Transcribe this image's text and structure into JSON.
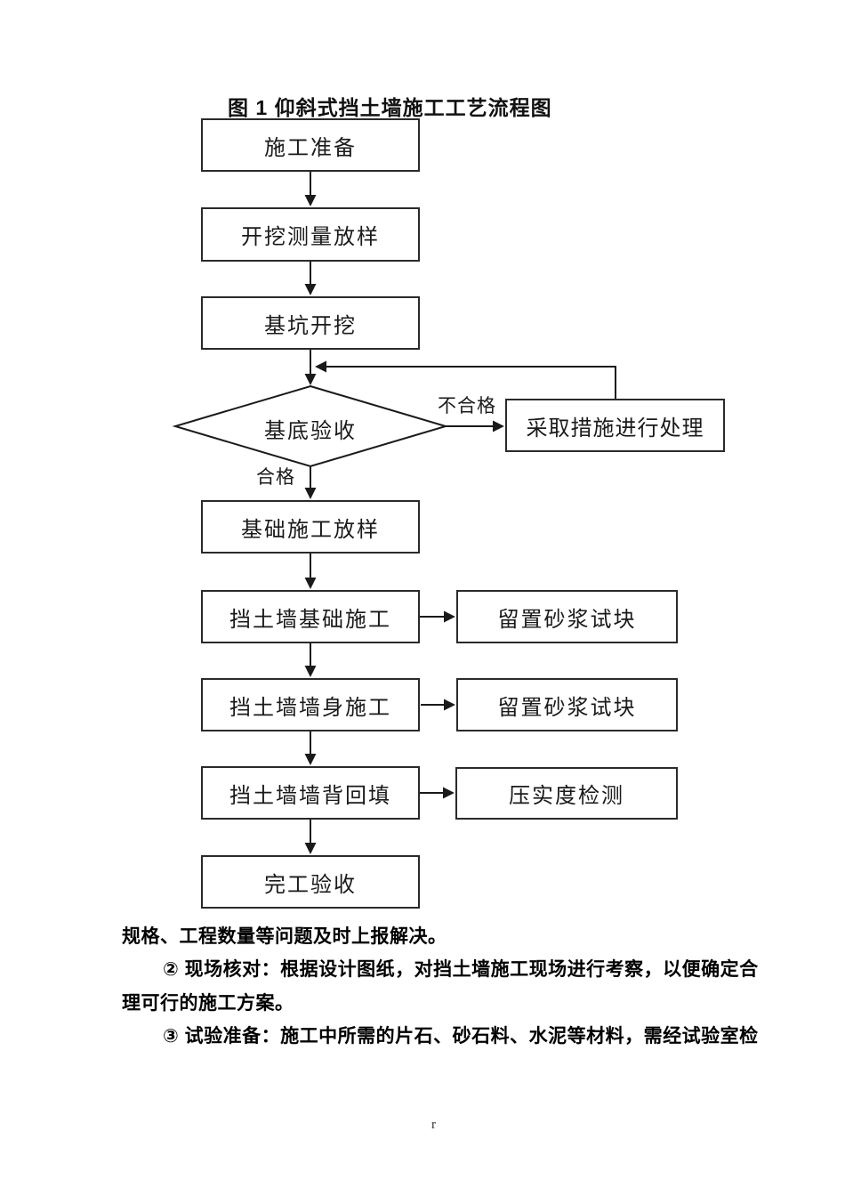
{
  "page": {
    "figure_title": "图 1 仰斜式挡土墙施工工艺流程图",
    "footer_mark": "r"
  },
  "flowchart": {
    "nodes": {
      "prep": "施工准备",
      "survey": "开挖测量放样",
      "excavation": "基坑开挖",
      "decision": "基底验收",
      "layout": "基础施工放样",
      "foundation": "挡土墙基础施工",
      "wallbody": "挡土墙墙身施工",
      "backfill": "挡土墙墙背回填",
      "completion": "完工验收",
      "treatment": "采取措施进行处理",
      "mortar1": "留置砂浆试块",
      "mortar2": "留置砂浆试块",
      "compaction": "压实度检测"
    },
    "labels": {
      "pass": "合格",
      "fail": "不合格"
    }
  },
  "paragraphs": {
    "lines": [
      "规格、工程数量等问题及时上报解决。",
      "② 现场核对：根据设计图纸，对挡土墙施工现场进行考察，以便确定合",
      "理可行的施工方案。",
      "③ 试验准备：施工中所需的片石、砂石料、水泥等材料，需经试验室检"
    ]
  },
  "colors": {
    "line": "#1a1a1a",
    "text": "#000000",
    "background": "#ffffff"
  }
}
